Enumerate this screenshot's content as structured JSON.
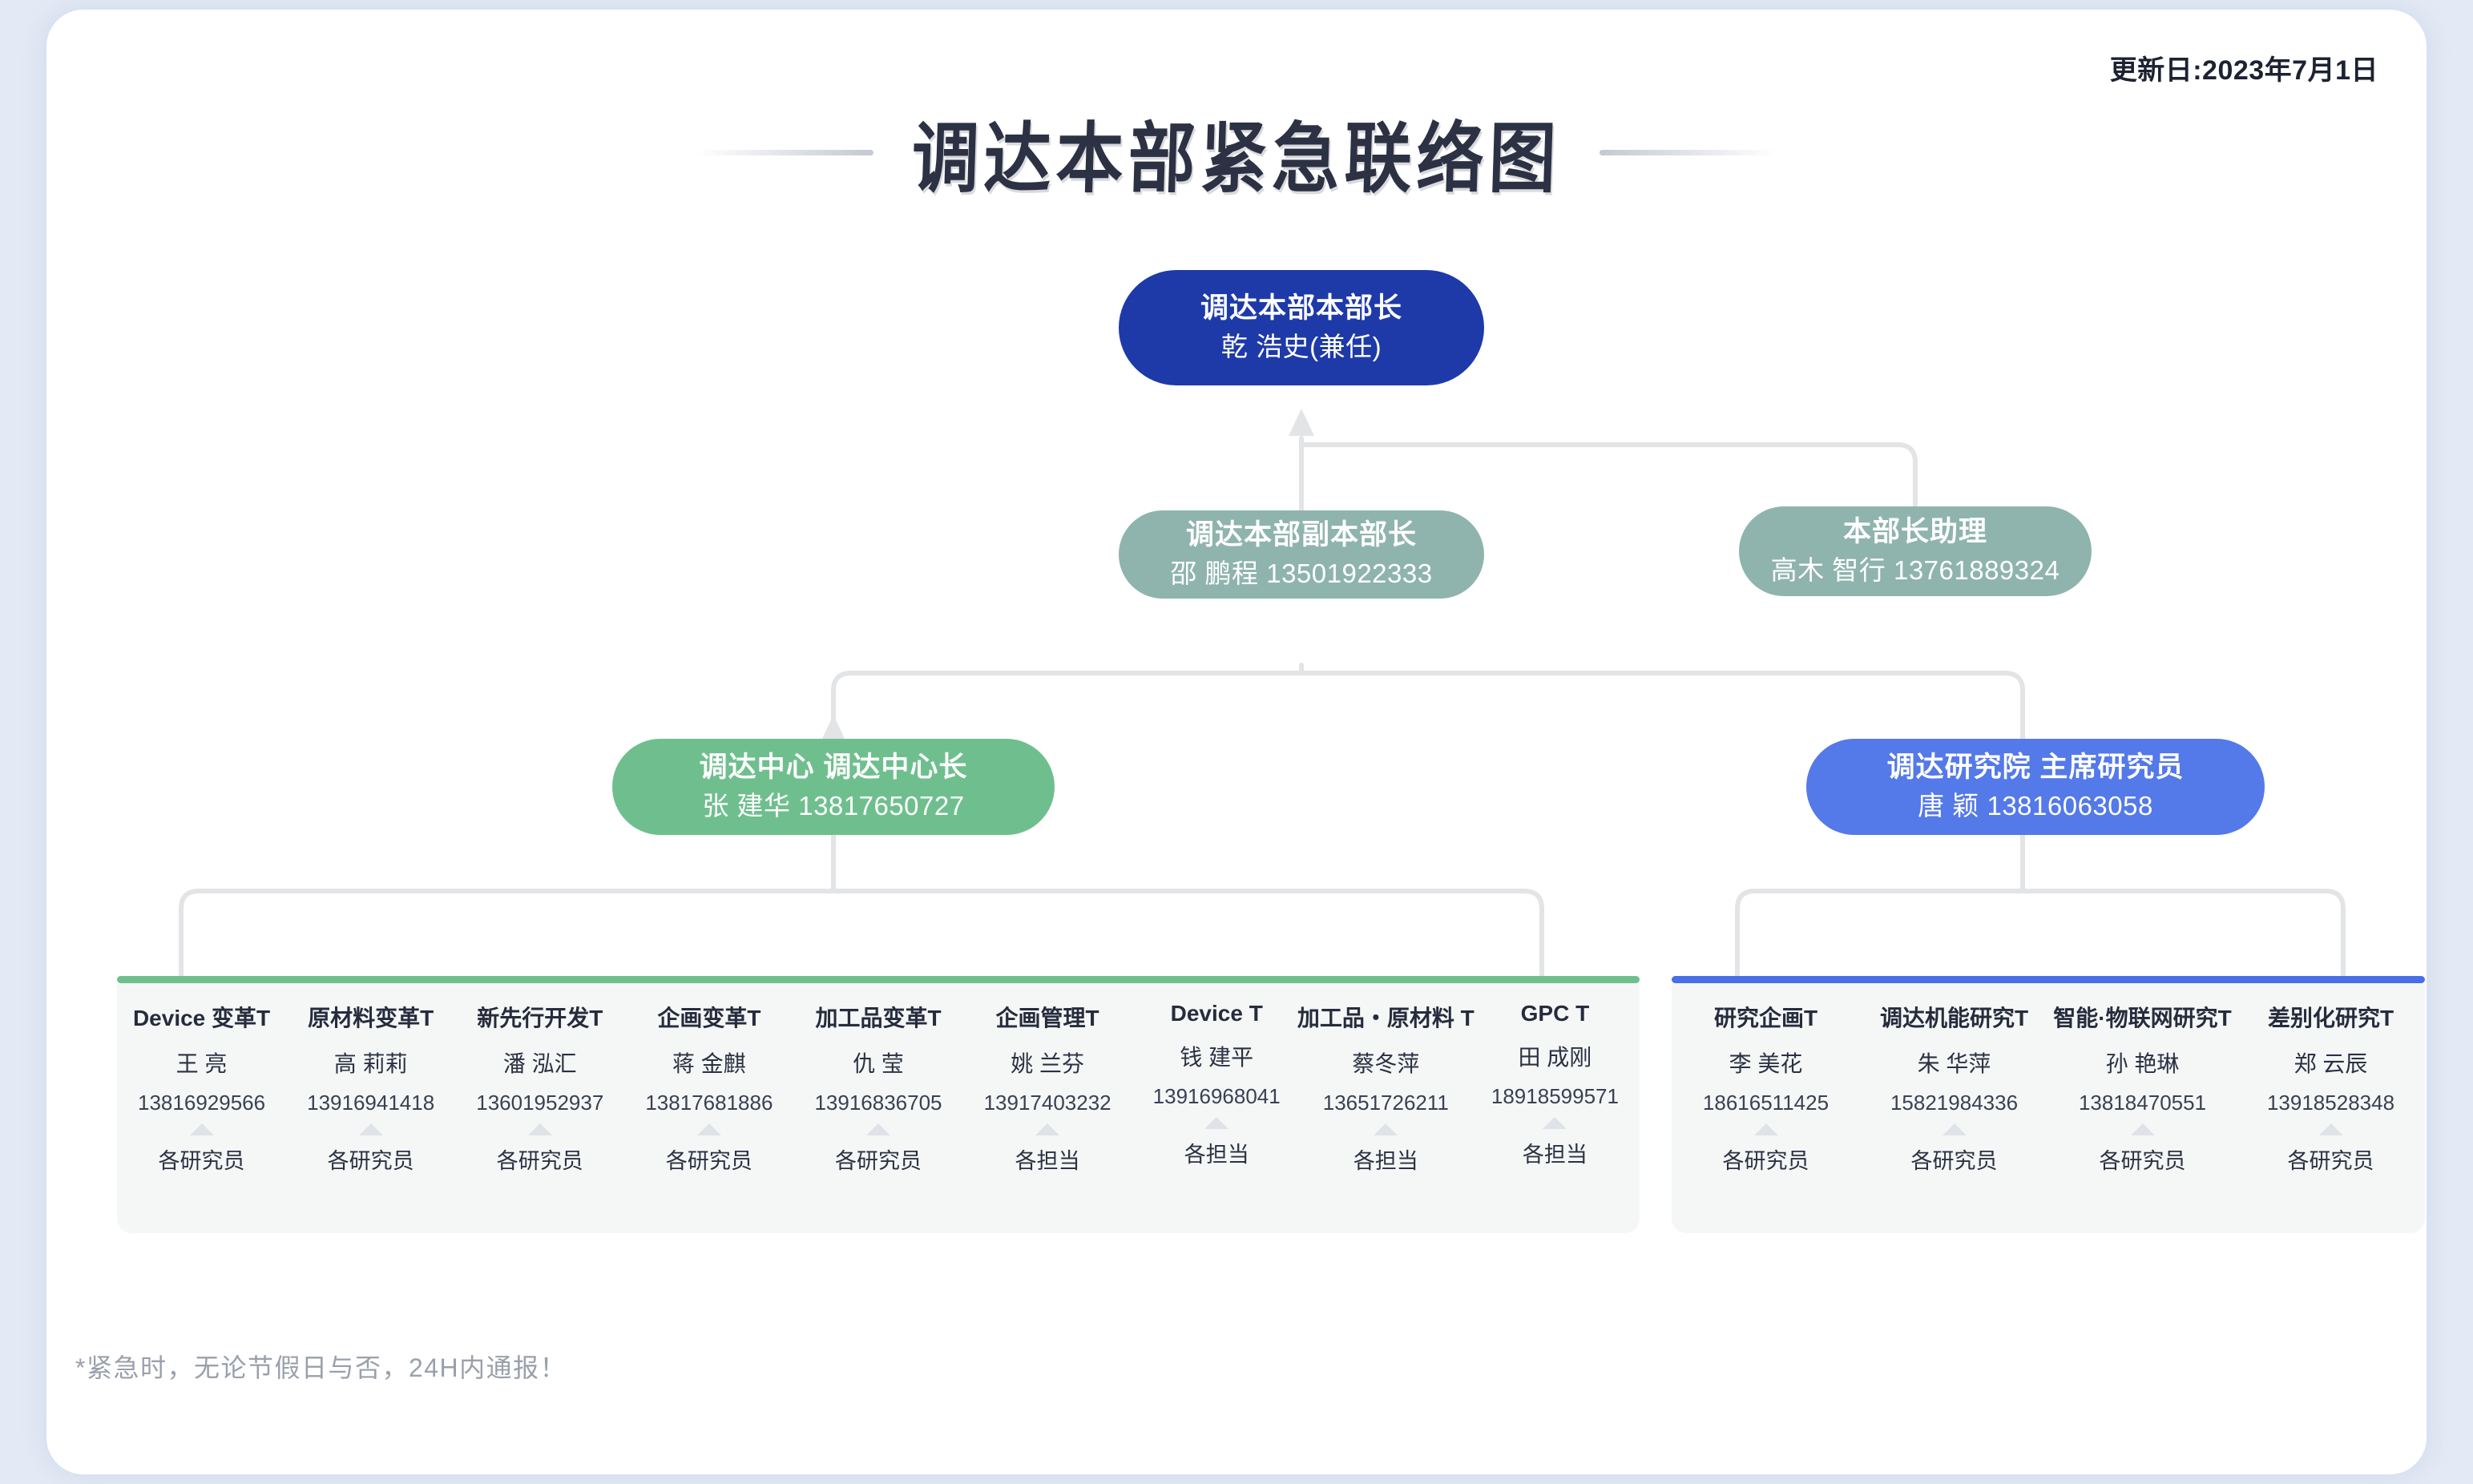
{
  "header": {
    "update_label": "更新日:2023年7月1日",
    "title": "调达本部紧急联络图"
  },
  "nodes": {
    "head": {
      "title": "调达本部本部长",
      "sub": "乾 浩史(兼任)",
      "color": "#1e3aa8"
    },
    "deputy": {
      "title": "调达本部副本部长",
      "sub": "邵 鹏程 13501922333",
      "color": "#8fb4ad"
    },
    "assistant": {
      "title": "本部长助理",
      "sub": "高木 智行 13761889324",
      "color": "#8fb4ad"
    },
    "center": {
      "title": "调达中心 调达中心长",
      "sub": "张 建华 13817650727",
      "color": "#6fbf8e"
    },
    "institute": {
      "title": "调达研究院 主席研究员",
      "sub": "唐 颖 13816063058",
      "color": "#5479e8"
    }
  },
  "left_group": {
    "accent": "#6fbf8e",
    "leaves": [
      {
        "title": "Device 变革T",
        "name": "王 亮",
        "phone": "13816929566",
        "role": "各研究员"
      },
      {
        "title": "原材料变革T",
        "name": "高 莉莉",
        "phone": "13916941418",
        "role": "各研究员"
      },
      {
        "title": "新先行开发T",
        "name": "潘 泓汇",
        "phone": "13601952937",
        "role": "各研究员"
      },
      {
        "title": "企画变革T",
        "name": "蒋 金麒",
        "phone": "13817681886",
        "role": "各研究员"
      },
      {
        "title": "加工品变革T",
        "name": "仇 莹",
        "phone": "13916836705",
        "role": "各研究员"
      },
      {
        "title": "企画管理T",
        "name": "姚 兰芬",
        "phone": "13917403232",
        "role": "各担当"
      },
      {
        "title": "Device T",
        "name": "钱 建平",
        "phone": "13916968041",
        "role": "各担当"
      },
      {
        "title": "加工品・原材料 T",
        "name": "蔡冬萍",
        "phone": "13651726211",
        "role": "各担当"
      },
      {
        "title": "GPC T",
        "name": "田 成刚",
        "phone": "18918599571",
        "role": "各担当"
      }
    ]
  },
  "right_group": {
    "accent": "#4a6ee8",
    "leaves": [
      {
        "title": "研究企画T",
        "name": "李 美花",
        "phone": "18616511425",
        "role": "各研究员"
      },
      {
        "title": "调达机能研究T",
        "name": "朱 华萍",
        "phone": "15821984336",
        "role": "各研究员"
      },
      {
        "title": "智能·物联网研究T",
        "name": "孙 艳琳",
        "phone": "13818470551",
        "role": "各研究员"
      },
      {
        "title": "差别化研究T",
        "name": "郑 云辰",
        "phone": "13918528348",
        "role": "各研究员"
      }
    ]
  },
  "footer": {
    "note": "*紧急时，无论节假日与否，24H内通报！"
  }
}
